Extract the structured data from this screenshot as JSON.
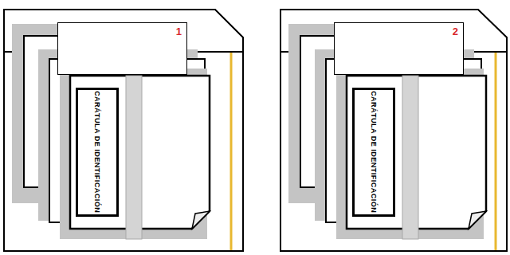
{
  "diagram": {
    "nodes": [
      {
        "text": [
          "1"
        ]
      },
      {
        "text": [
          "CARÁTULA DE IDENTIFICACIÓN"
        ]
      },
      {
        "text": [
          "2"
        ]
      },
      {
        "text": [
          "CARÁTULA DE IDENTIFICACIÓN"
        ]
      }
    ]
  }
}
